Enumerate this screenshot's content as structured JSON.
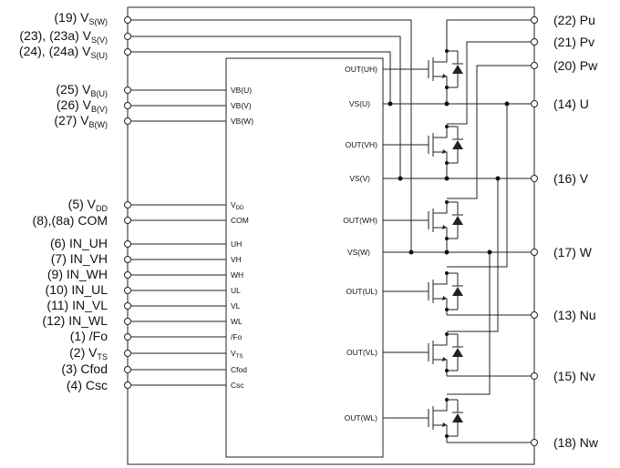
{
  "left_pins": [
    {
      "pre": "(19) V",
      "sub": "S(W)"
    },
    {
      "pre": "(23), (23a) V",
      "sub": "S(V)"
    },
    {
      "pre": "(24), (24a) V",
      "sub": "S(U)"
    },
    {
      "pre": "(25) V",
      "sub": "B(U)"
    },
    {
      "pre": "(26) V",
      "sub": "B(V)"
    },
    {
      "pre": "(27) V",
      "sub": "B(W)"
    },
    {
      "pre": "(5) V",
      "sub": "DD"
    },
    {
      "pre": "(8),(8a) COM",
      "sub": ""
    },
    {
      "pre": "(6) IN_UH",
      "sub": ""
    },
    {
      "pre": "(7) IN_VH",
      "sub": ""
    },
    {
      "pre": "(9) IN_WH",
      "sub": ""
    },
    {
      "pre": "(10) IN_UL",
      "sub": ""
    },
    {
      "pre": "(11) IN_VL",
      "sub": ""
    },
    {
      "pre": "(12) IN_WL",
      "sub": ""
    },
    {
      "pre": "(1) /Fo",
      "sub": ""
    },
    {
      "pre": "(2) V",
      "sub": "TS"
    },
    {
      "pre": "(3) Cfod",
      "sub": ""
    },
    {
      "pre": "(4) Csc",
      "sub": ""
    }
  ],
  "ic_left": [
    {
      "pre": "VB(U)",
      "sub": ""
    },
    {
      "pre": "VB(V)",
      "sub": ""
    },
    {
      "pre": "VB(W)",
      "sub": ""
    },
    {
      "pre": "V",
      "sub": "DD"
    },
    {
      "pre": "COM",
      "sub": ""
    },
    {
      "pre": "UH",
      "sub": ""
    },
    {
      "pre": "VH",
      "sub": ""
    },
    {
      "pre": "WH",
      "sub": ""
    },
    {
      "pre": "UL",
      "sub": ""
    },
    {
      "pre": "VL",
      "sub": ""
    },
    {
      "pre": "WL",
      "sub": ""
    },
    {
      "pre": "/Fo",
      "sub": ""
    },
    {
      "pre": "V",
      "sub": "TS"
    },
    {
      "pre": "Cfod",
      "sub": ""
    },
    {
      "pre": "Csc",
      "sub": ""
    }
  ],
  "ic_right": [
    "OUT(UH)",
    "VS(U)",
    "OUT(VH)",
    "VS(V)",
    "OUT(WH)",
    "VS(W)",
    "OUT(UL)",
    "OUT(VL)",
    "OUT(WL)"
  ],
  "right_pins": [
    "(22) Pu",
    "(21) Pv",
    "(20) Pw",
    "(14) U",
    "(16) V",
    "(17) W",
    "(13) Nu",
    "(15) Nv",
    "(18) Nw"
  ]
}
